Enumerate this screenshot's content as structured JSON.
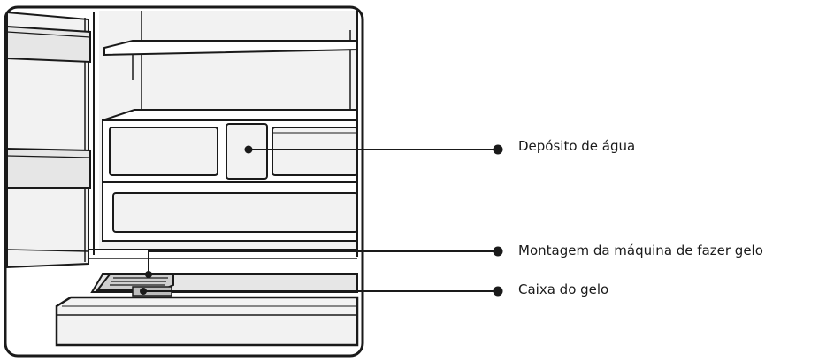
{
  "callouts": {
    "water_tank": "Depósito de água",
    "ice_maker": "Montagem da máquina de fazer gelo",
    "ice_bin": "Caixa do gelo"
  },
  "colors": {
    "line": "#1a1a1a",
    "fill_light": "#f2f2f2",
    "fill_mid": "#e6e6e6",
    "background": "#ffffff"
  }
}
